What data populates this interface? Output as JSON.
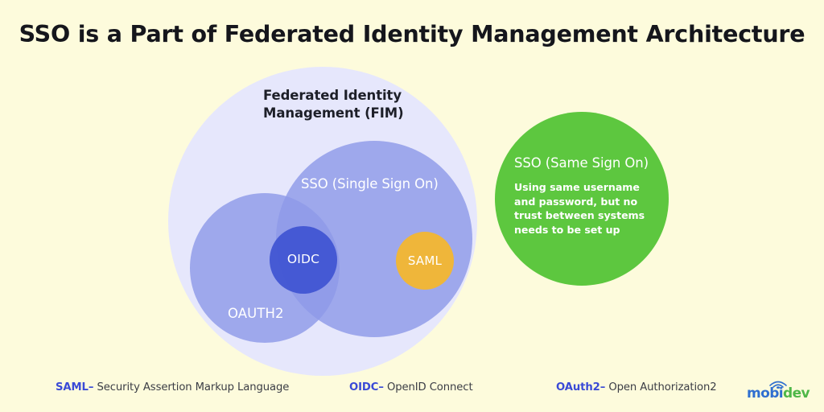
{
  "title": "SSO is a Part of Federated Identity Management Architecture",
  "background_color": "#fdfbdc",
  "diagram": {
    "circles": {
      "fim": {
        "label": "Federated Identity Management (FIM)",
        "color": "#e6e7fc",
        "text_color": "#1d1f28"
      },
      "sso_single": {
        "label": "SSO (Single Sign On)",
        "color": "#8e9ae8",
        "text_color": "#ffffff"
      },
      "oauth2": {
        "label": "OAUTH2",
        "color": "#8e9ae8",
        "text_color": "#ffffff"
      },
      "oidc": {
        "label": "OIDC",
        "color": "#3f54d2",
        "text_color": "#ffffff"
      },
      "saml": {
        "label": "SAML",
        "color": "#efb63a",
        "text_color": "#ffffff"
      },
      "same_sign_on": {
        "title": "SSO (Same Sign On)",
        "description": "Using same username and password, but no trust between systems needs to be set up",
        "color": "#5dc73f",
        "text_color": "#ffffff"
      }
    }
  },
  "legend": {
    "accent_color": "#3a4ad6",
    "items": [
      {
        "term": "SAML",
        "dash": "–",
        "definition": "Security Assertion Markup Language"
      },
      {
        "term": "OIDC",
        "dash": "–",
        "definition": "OpenID Connect"
      },
      {
        "term": "OAuth2",
        "dash": "–",
        "definition": "Open Authorization2"
      }
    ]
  },
  "logo": {
    "part_one": "mobi",
    "part_two": "dev",
    "part_one_color": "#2f6fd0",
    "part_two_color": "#4eb748"
  }
}
